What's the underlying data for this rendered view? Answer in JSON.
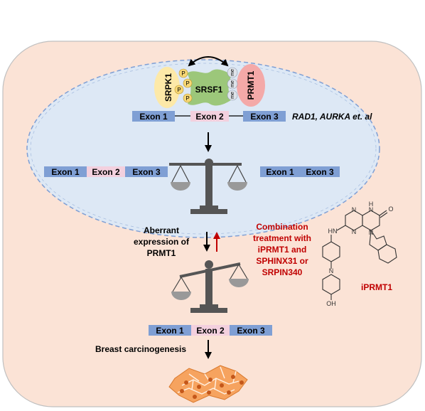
{
  "nucleus": {
    "proteins": {
      "srpk1": "SRPK1",
      "srsf1": "SRSF1",
      "prmt1": "PRMT1"
    },
    "phospho_mark": "P",
    "methyl_mark": "me",
    "gene_exons": [
      "Exon 1",
      "Exon 2",
      "Exon 3"
    ],
    "gene_targets": "RAD1, AURKA et. al",
    "isoform_long": [
      "Exon 1",
      "Exon 2",
      "Exon 3"
    ],
    "isoform_short": [
      "Exon 1",
      "Exon 3"
    ]
  },
  "cytoplasm": {
    "aberrant_label": [
      "Aberrant",
      "expression of",
      "PRMT1"
    ],
    "treatment_label": [
      "Combination",
      "treatment with",
      "iPRMT1 and",
      "SPHINX31 or",
      "SRPIN340"
    ],
    "result_exons": [
      "Exon 1",
      "Exon 2",
      "Exon 3"
    ],
    "outcome_label": "Breast carcinogenesis",
    "inhibitor_label": "iPRMT1",
    "molecule_atoms": {
      "n": "N",
      "h": "H",
      "o": "O",
      "hn": "HN",
      "oh": "OH"
    }
  },
  "colors": {
    "cell_fill": "#fbe3d6",
    "nucleus_fill": "#dde8f5",
    "exon_blue": "#7f9fd4",
    "exon_pink": "#f3d0de",
    "srpk1": "#fde9a8",
    "srsf1": "#9cc77a",
    "prmt1": "#f4a9a8",
    "treatment_red": "#c00000",
    "tissue_orange": "#f6a35f"
  }
}
